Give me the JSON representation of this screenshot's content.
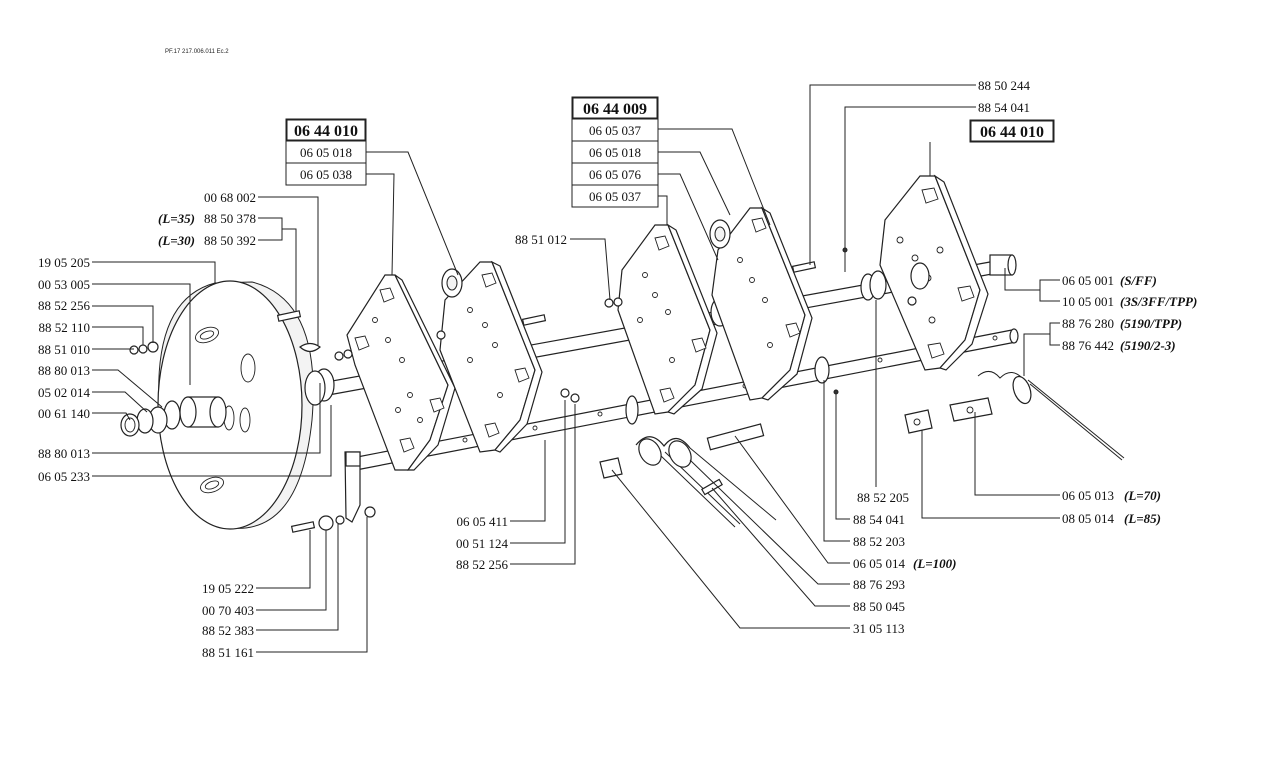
{
  "header": {
    "text": "PF.17   217.006.011 Ec.2"
  },
  "assemblies": [
    {
      "code": "06 44 010",
      "parts": [
        "06 05 018",
        "06 05 038"
      ]
    },
    {
      "code": "06 44 009",
      "parts": [
        "06 05 037",
        "06 05 018",
        "06 05 076",
        "06 05 037"
      ]
    },
    {
      "code": "06 44 010",
      "parts": []
    }
  ],
  "callouts_left": [
    {
      "code": "00 68 002",
      "note": ""
    },
    {
      "code": "88 50 378",
      "note": "(L=35)"
    },
    {
      "code": "88 50 392",
      "note": "(L=30)"
    },
    {
      "code": "19 05 205",
      "note": ""
    },
    {
      "code": "00 53 005",
      "note": ""
    },
    {
      "code": "88 52 256",
      "note": ""
    },
    {
      "code": "88 52 110",
      "note": ""
    },
    {
      "code": "88 51 010",
      "note": ""
    },
    {
      "code": "88 80 013",
      "note": ""
    },
    {
      "code": "05 02 014",
      "note": ""
    },
    {
      "code": "00 61 140",
      "note": ""
    },
    {
      "code": "88 80 013",
      "note": ""
    },
    {
      "code": "06 05 233",
      "note": ""
    }
  ],
  "callouts_bottom_left": [
    "19 05 222",
    "00 70 403",
    "88 52 383",
    "88 51 161"
  ],
  "callouts_center": [
    "88 51 012",
    "06 05 411",
    "00 51 124",
    "88 52 256"
  ],
  "callouts_top_right": [
    "88 50 244",
    "88 54 041"
  ],
  "callouts_right": [
    {
      "code": "06 05 001",
      "note": "(S/FF)"
    },
    {
      "code": "10 05 001",
      "note": "(3S/3FF/TPP)"
    },
    {
      "code": "88 76 280",
      "note": "(5190/TPP)"
    },
    {
      "code": "88 76 442",
      "note": "(5190/2-3)"
    },
    {
      "code": "06 05 013",
      "note": "(L=70)"
    },
    {
      "code": "08 05 014",
      "note": "(L=85)"
    }
  ],
  "callouts_bottom_right": [
    {
      "code": "88 52 205",
      "note": ""
    },
    {
      "code": "88 54 041",
      "note": ""
    },
    {
      "code": "88 52 203",
      "note": ""
    },
    {
      "code": "06 05 014",
      "note": "(L=100)"
    },
    {
      "code": "88 76 293",
      "note": ""
    },
    {
      "code": "88 50 045",
      "note": ""
    },
    {
      "code": "31 05 113",
      "note": ""
    }
  ]
}
